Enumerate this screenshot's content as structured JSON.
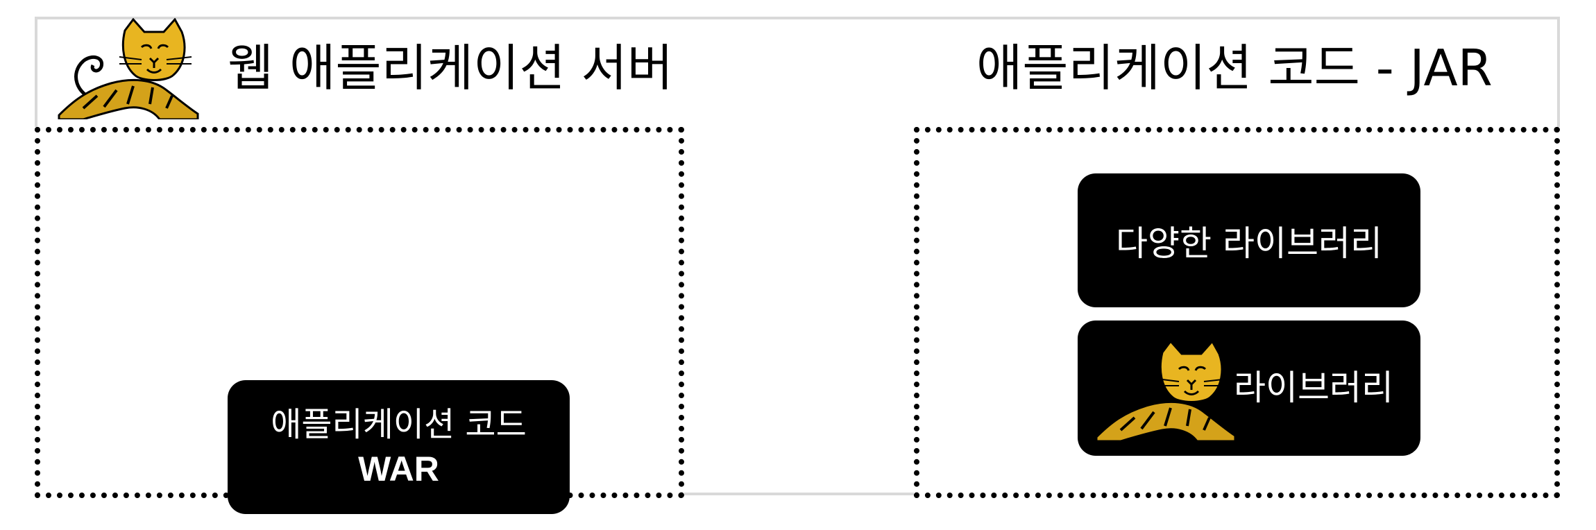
{
  "header": {
    "left_title": "웹 애플리케이션 서버",
    "right_title": "애플리케이션 코드 - JAR"
  },
  "left_box": {
    "app_code_line1": "애플리케이션 코드",
    "app_code_line2": "WAR"
  },
  "right_box": {
    "libraries_label": "다양한 라이브러리",
    "tomcat_library_label": "라이브러리"
  },
  "colors": {
    "pill_bg": "#000000",
    "pill_text": "#ffffff",
    "frame": "#d9d9d9",
    "tomcat_gold": "#d4a21a"
  },
  "icons": [
    "tomcat-logo-icon"
  ]
}
